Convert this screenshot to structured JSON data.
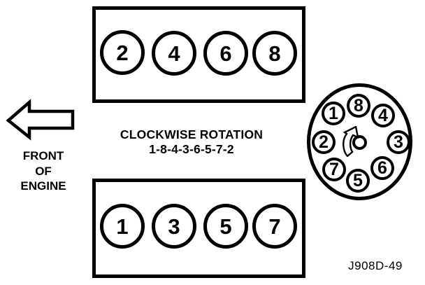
{
  "figure": {
    "front_of_engine": {
      "line1": "FRONT",
      "line2": "OF",
      "line3": "ENGINE"
    },
    "rotation_heading": "CLOCKWISE ROTATION",
    "firing_order": "1-8-4-3-6-5-7-2",
    "top_bank_cylinders": [
      "2",
      "4",
      "6",
      "8"
    ],
    "bottom_bank_cylinders": [
      "1",
      "3",
      "5",
      "7"
    ],
    "distributor_posts_clockwise_from_top": [
      "8",
      "4",
      "3",
      "6",
      "5",
      "7",
      "2",
      "1"
    ],
    "figure_id": "J908D-49",
    "icons": {
      "front_arrow": "left-arrow",
      "rotation_arrow": "clockwise-curved-arrow"
    },
    "colors": {
      "ink": "#000000",
      "background": "#ffffff"
    }
  }
}
